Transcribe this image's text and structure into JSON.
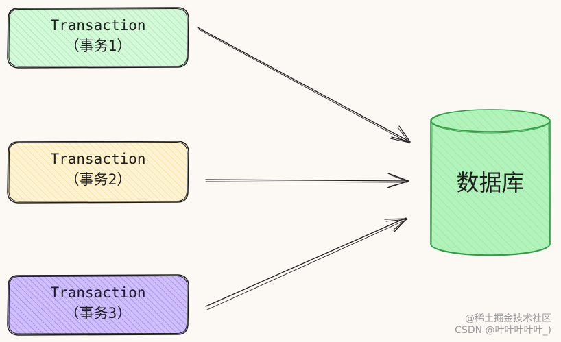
{
  "transactions": [
    {
      "title": "Transaction",
      "subtitle": "（事务1）",
      "fill": "#d3f9d8",
      "hatch": "#9be3a8"
    },
    {
      "title": "Transaction",
      "subtitle": "（事务2）",
      "fill": "#fff3d1",
      "hatch": "#f8d88f"
    },
    {
      "title": "Transaction",
      "subtitle": "（事务3）",
      "fill": "#d0bfff",
      "hatch": "#9a7cf2"
    }
  ],
  "database": {
    "label": "数据库",
    "fill": "#b2f2bb",
    "stroke": "#2f9e44"
  },
  "watermark": {
    "line1": "@稀土掘金技术社区",
    "line2": "CSDN @叶叶叶叶叶_)"
  }
}
